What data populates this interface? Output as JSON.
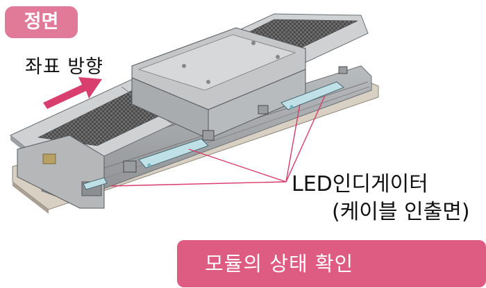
{
  "front_tag": "정면",
  "coordinate_direction": "좌표 방향",
  "led_callout": {
    "line1": "LED인디게이터",
    "line2": "(케이블 인출면)"
  },
  "status_button": "모듈의 상태 확인",
  "colors": {
    "tag_pink": "#e07a98",
    "button_pink": "#de5b82",
    "arrow": "#d93f6e",
    "leader_line": "#d83a6a",
    "rail_gray": "#c9cbcd",
    "belt_dark": "#595959",
    "led_cyan": "#bfe0e6"
  },
  "icons": [
    "direction-arrow-icon",
    "led-indicator-icon"
  ]
}
